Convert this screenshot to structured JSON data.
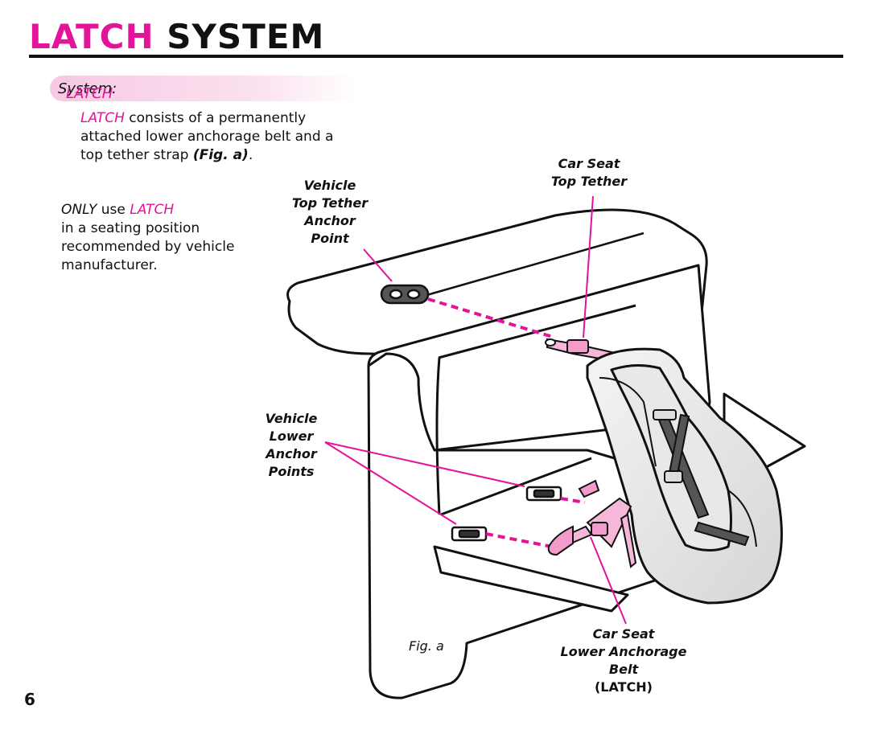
{
  "header": {
    "title_pink": "LATCH",
    "title_black": "SYSTEM"
  },
  "section": {
    "label_pink": "LATCH",
    "label_rest": "System:"
  },
  "intro": {
    "latch": "LATCH",
    "text1": " consists of a permanently attached lower anchorage belt and a top tether strap ",
    "figref": "(Fig. a)",
    "text2": "."
  },
  "only": {
    "only": "ONLY",
    "use": " use ",
    "latch": "LATCH",
    "rest": "in a seating position recommended by vehicle manufacturer."
  },
  "labels": {
    "vehicle_top": [
      "Vehicle",
      "Top Tether",
      "Anchor",
      "Point"
    ],
    "car_seat_top": [
      "Car Seat",
      "Top Tether"
    ],
    "vehicle_lower": [
      "Vehicle",
      "Lower",
      "Anchor",
      "Points"
    ],
    "car_seat_lower": [
      "Car Seat",
      "Lower Anchorage",
      "Belt",
      "(LATCH)"
    ],
    "fig": "Fig. a"
  },
  "page_number": "6",
  "colors": {
    "accent": "#e5129a",
    "text": "#111111",
    "seat_fill": "#eeeeee"
  }
}
